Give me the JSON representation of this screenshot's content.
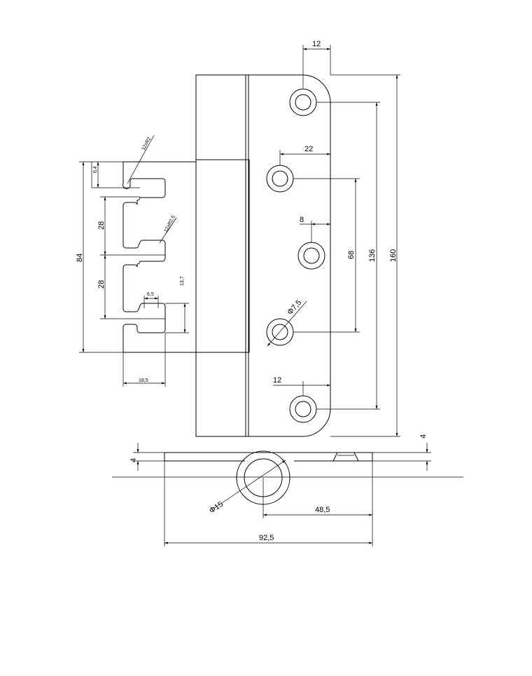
{
  "drawing": {
    "dims": {
      "top_hole_offset": "12",
      "hole_offset_22": "22",
      "hole_offset_8": "8",
      "bottom_hole_offset": "12",
      "hole_diameter": "Φ7,5",
      "hole_span_68": "68",
      "hole_span_136": "136",
      "height_160": "160",
      "slot_height_84": "84",
      "slot_pitch_28_a": "28",
      "slot_pitch_28_b": "28",
      "slot_top_6_4": "6,4",
      "slot_r2": "12xR2",
      "slot_r2_5": "12xR2,5",
      "slot_width_6_5": "6,5",
      "slot_13_7": "13,7",
      "slot_18_5": "18,5",
      "plate_thickness_left": "4",
      "plate_thickness_right": "4",
      "knuckle_diameter": "Φ15",
      "leaf_48_5": "48,5",
      "overall_92_5": "92,5"
    }
  }
}
